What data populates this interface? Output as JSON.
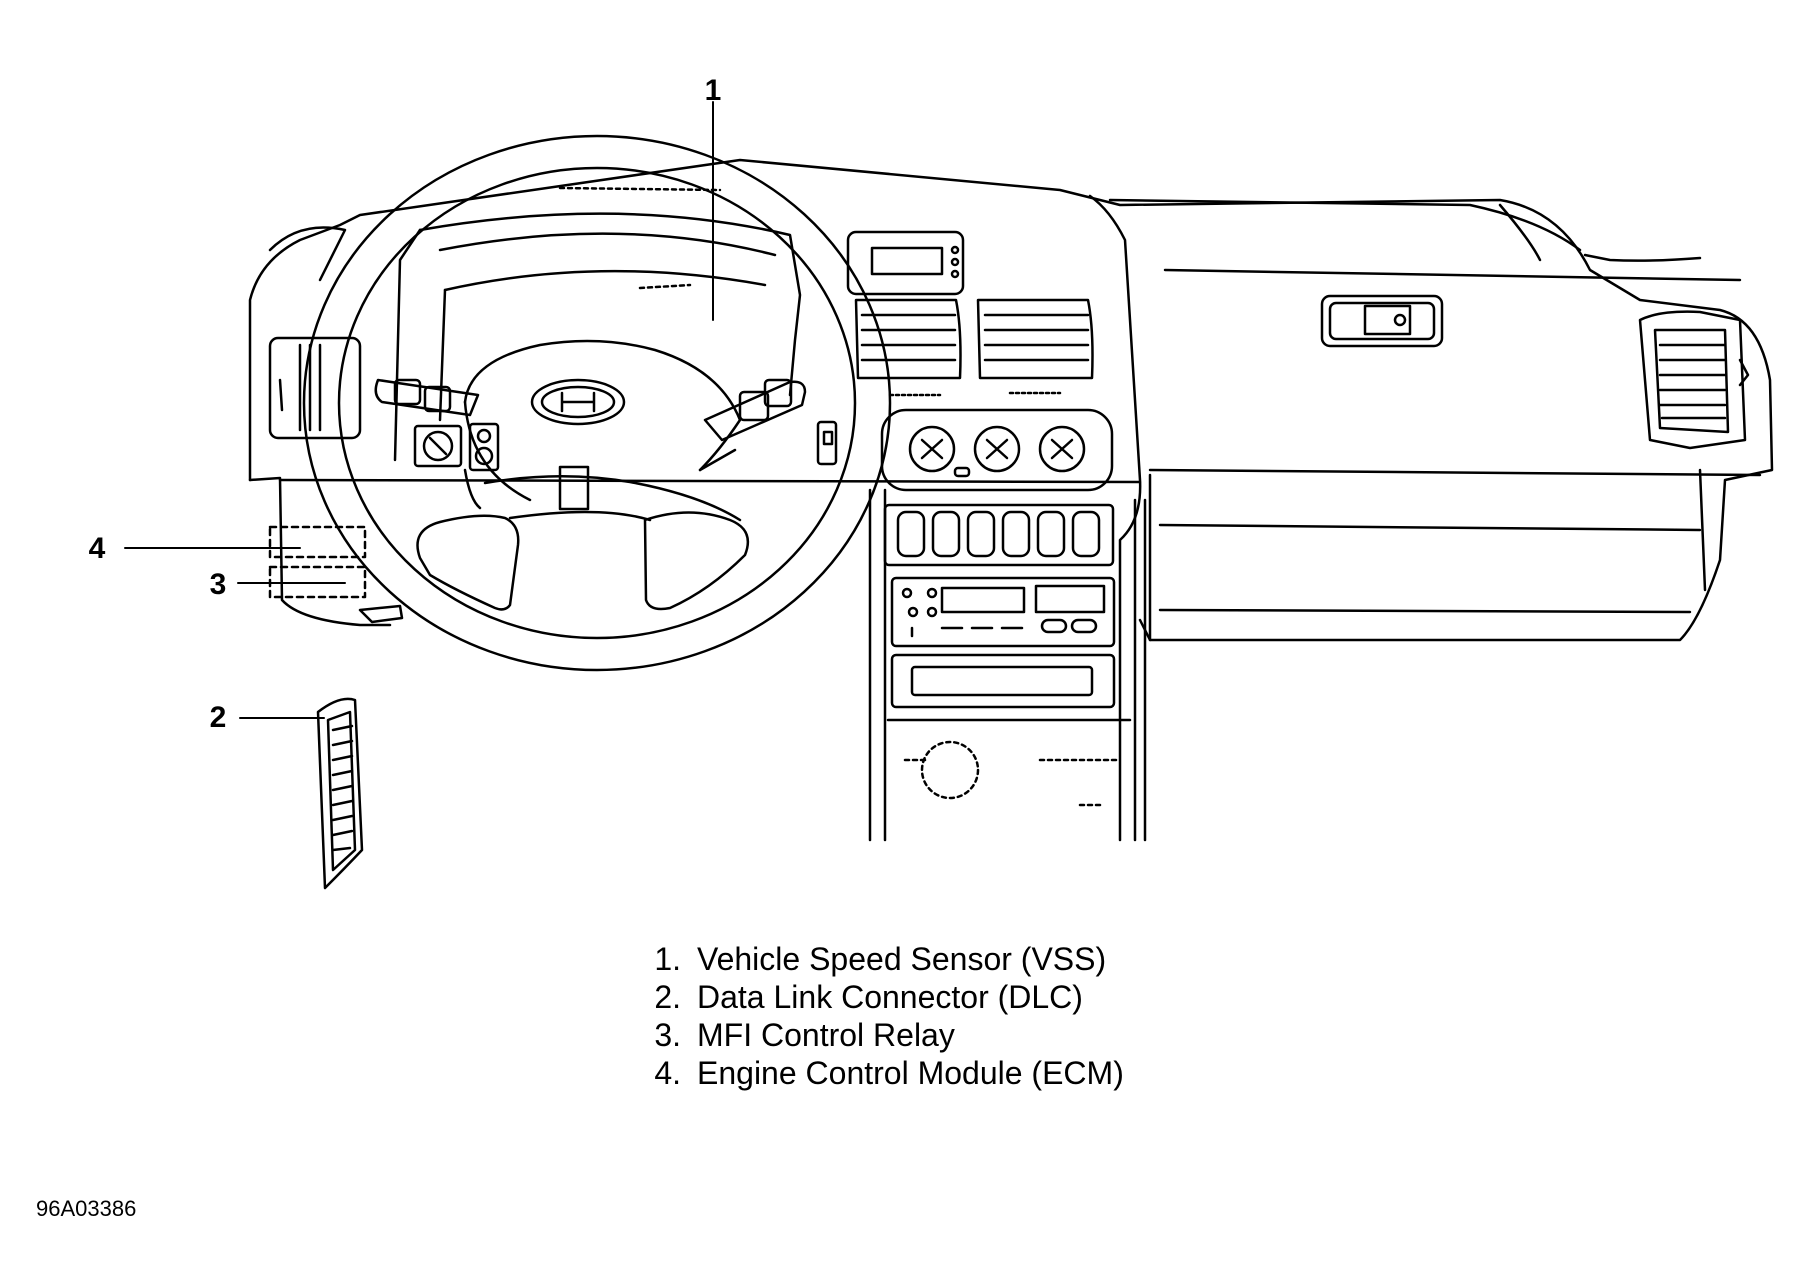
{
  "callouts": {
    "c1": "1",
    "c2": "2",
    "c3": "3",
    "c4": "4"
  },
  "legend": [
    {
      "num": "1.",
      "label": "Vehicle Speed Sensor (VSS)"
    },
    {
      "num": "2.",
      "label": "Data Link Connector (DLC)"
    },
    {
      "num": "3.",
      "label": "MFI Control Relay"
    },
    {
      "num": "4.",
      "label": "Engine Control Module (ECM)"
    }
  ],
  "figure_id": "96A03386"
}
